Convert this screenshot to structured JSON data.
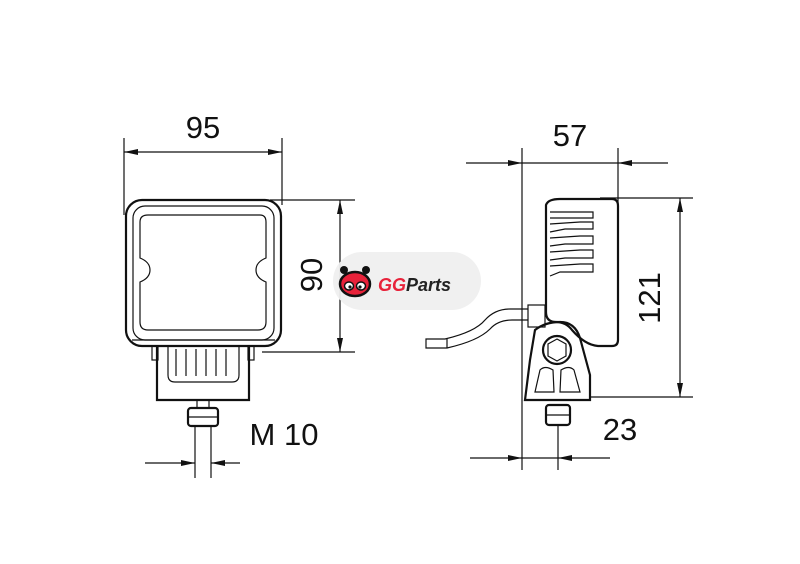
{
  "dimensions": {
    "front_width": "95",
    "front_height": "90",
    "thread": "M 10",
    "side_depth": "57",
    "side_height": "121",
    "mount_offset": "23"
  },
  "watermark": {
    "brand_prefix": "GG",
    "brand_suffix": "Parts",
    "accent_color": "#e8223a"
  }
}
